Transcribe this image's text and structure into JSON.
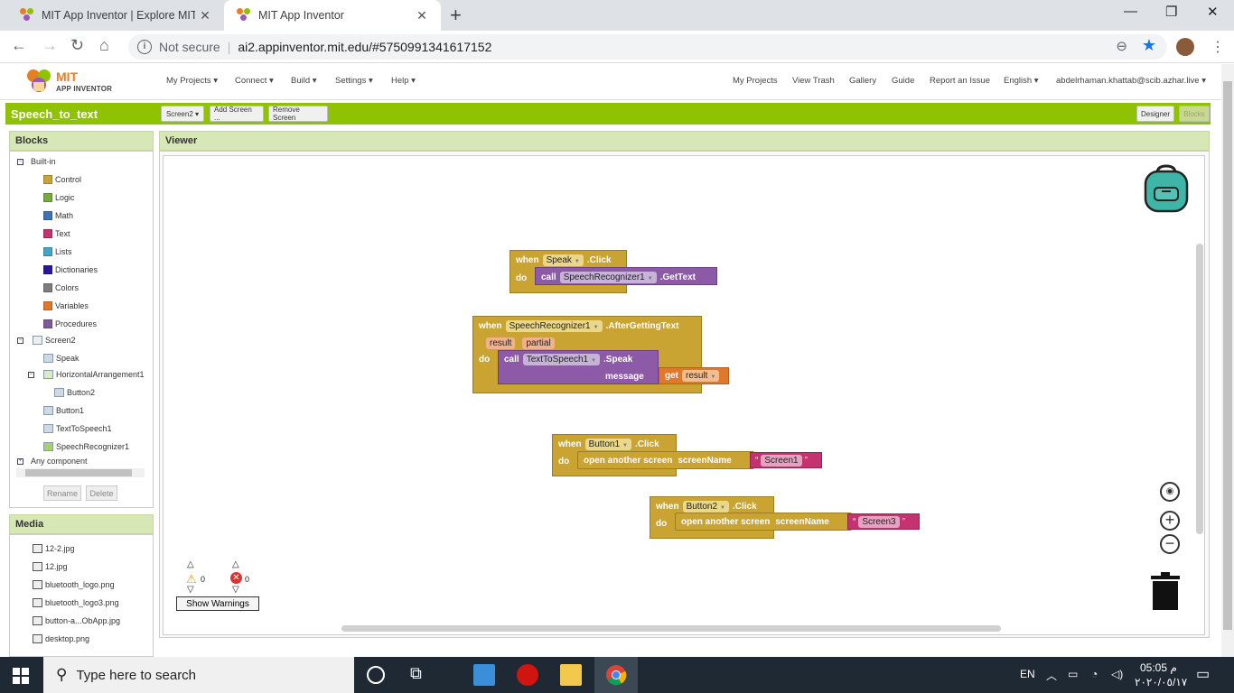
{
  "browser": {
    "tabs": [
      {
        "title": "MIT App Inventor | Explore MIT A"
      },
      {
        "title": "MIT App Inventor"
      }
    ],
    "not_secure": "Not secure",
    "url": "ai2.appinventor.mit.edu/#5750991341617152"
  },
  "app": {
    "logo_mit": "MIT",
    "logo_sub": "APP INVENTOR",
    "left_menu": [
      "My Projects ▾",
      "Connect ▾",
      "Build ▾",
      "Settings ▾",
      "Help ▾"
    ],
    "right_menu": [
      "My Projects",
      "View Trash",
      "Gallery",
      "Guide",
      "Report an Issue",
      "English ▾",
      "abdelrhaman.khattab@scib.azhar.live ▾"
    ],
    "project_name": "Speech_to_text",
    "screen_dropdown": "Screen2 ▾",
    "add_screen": "Add Screen ...",
    "remove_screen": "Remove Screen",
    "designer": "Designer",
    "blocks_btn": "Blocks"
  },
  "blocks_panel": {
    "title": "Blocks",
    "builtin_label": "Built-in",
    "builtin": [
      {
        "label": "Control",
        "color": "#c9a433"
      },
      {
        "label": "Logic",
        "color": "#77ab41"
      },
      {
        "label": "Math",
        "color": "#3f71b5"
      },
      {
        "label": "Text",
        "color": "#c43270"
      },
      {
        "label": "Lists",
        "color": "#44a6c6"
      },
      {
        "label": "Dictionaries",
        "color": "#2d1799"
      },
      {
        "label": "Colors",
        "color": "#7d7d7d"
      },
      {
        "label": "Variables",
        "color": "#e0782b"
      },
      {
        "label": "Procedures",
        "color": "#7d5a9a"
      }
    ],
    "screen": "Screen2",
    "components": [
      "Speak",
      "HorizontalArrangement1",
      "Button2",
      "Button1",
      "TextToSpeech1",
      "SpeechRecognizer1"
    ],
    "any_component": "Any component",
    "rename": "Rename",
    "delete": "Delete"
  },
  "media_panel": {
    "title": "Media",
    "files": [
      "12-2.jpg",
      "12.jpg",
      "bluetooth_logo.png",
      "bluetooth_logo3.png",
      "button-a...ObApp.jpg",
      "desktop.png"
    ]
  },
  "viewer": {
    "title": "Viewer",
    "block1": {
      "when": "when",
      "comp": "Speak",
      "event": ".Click",
      "do": "do",
      "call": "call",
      "target": "SpeechRecognizer1",
      "method": ".GetText"
    },
    "block2": {
      "when": "when",
      "comp": "SpeechRecognizer1",
      "event": ".AfterGettingText",
      "p1": "result",
      "p2": "partial",
      "do": "do",
      "call": "call",
      "target": "TextToSpeech1",
      "method": ".Speak",
      "arg": "message",
      "get": "get",
      "var": "result"
    },
    "block3": {
      "when": "when",
      "comp": "Button1",
      "event": ".Click",
      "do": "do",
      "open": "open another screen",
      "arg": "screenName",
      "str": "Screen1"
    },
    "block4": {
      "when": "when",
      "comp": "Button2",
      "event": ".Click",
      "do": "do",
      "open": "open another screen",
      "arg": "screenName",
      "str": "Screen3"
    },
    "warnings_count": "0",
    "errors_count": "0",
    "show_warnings": "Show Warnings"
  },
  "taskbar": {
    "search_placeholder": "Type here to search",
    "lang": "EN",
    "time": "05:05 م",
    "date": "٢٠٢٠/٠٥/١٧"
  }
}
